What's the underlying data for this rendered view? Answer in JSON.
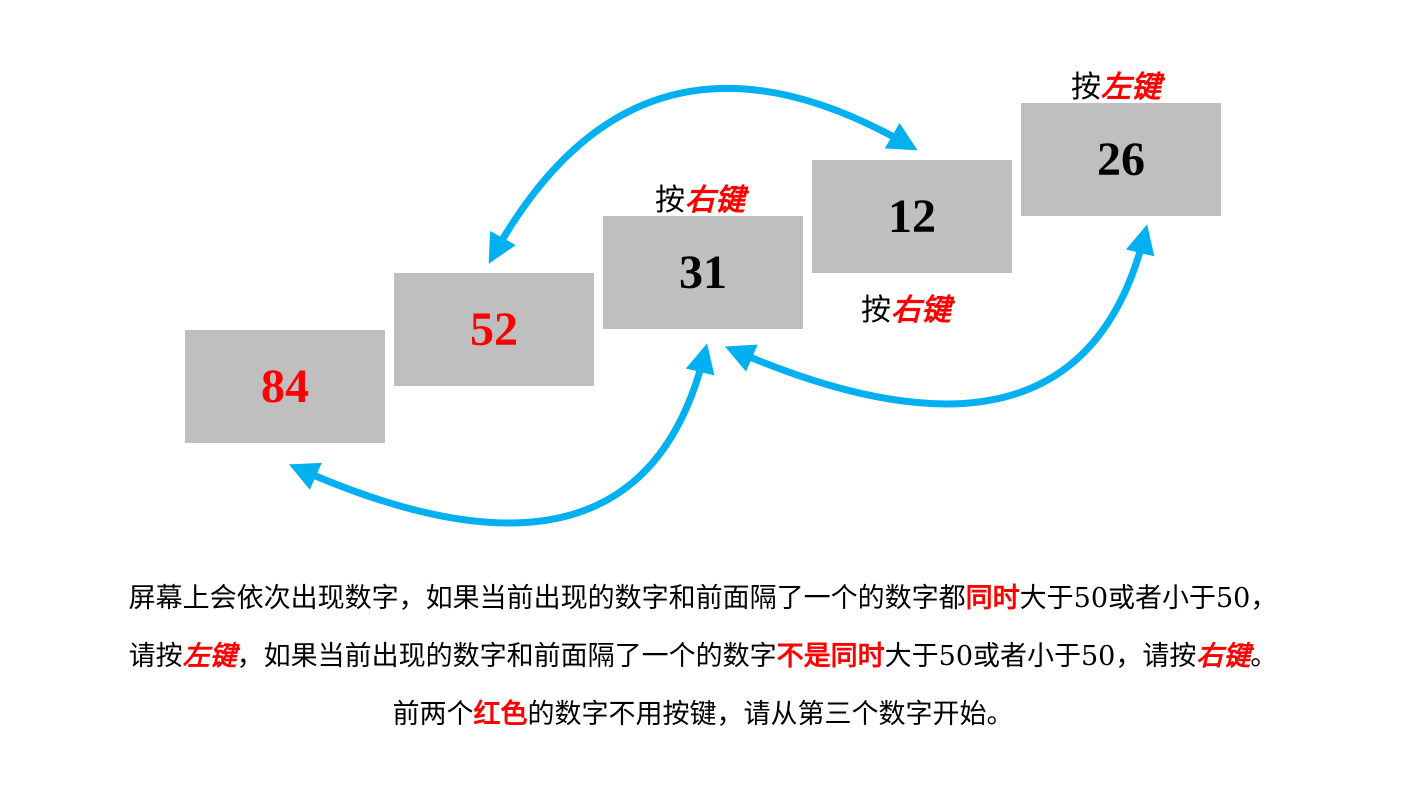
{
  "boxes": [
    {
      "value": "84",
      "color": "#ff0000"
    },
    {
      "value": "52",
      "color": "#ff0000"
    },
    {
      "value": "31",
      "color": "#000000"
    },
    {
      "value": "12",
      "color": "#000000"
    },
    {
      "value": "26",
      "color": "#000000"
    }
  ],
  "key_labels": {
    "box3": {
      "prefix": "按",
      "key": "右键"
    },
    "box4": {
      "prefix": "按",
      "key": "右键"
    },
    "box5": {
      "prefix": "按",
      "key": "左键"
    }
  },
  "instructions": {
    "line1": {
      "a": "屏幕上会依次出现数字，如果当前出现的数字和前面隔了一个的数字都",
      "b": "同时",
      "c": "大于50或者小于50，"
    },
    "line2": {
      "a": "请按",
      "b": "左键",
      "c": "，如果当前出现的数字和前面隔了一个的数字",
      "d": "不是同时",
      "e": "大于50或者小于50，请按",
      "f": "右键",
      "g": "。"
    },
    "line3": {
      "a": "前两个",
      "b": "红色",
      "c": "的数字不用按键，请从第三个数字开始。"
    }
  },
  "colors": {
    "arrow": "#00b0f0",
    "highlight": "#ff0000",
    "box": "#bfbfbf"
  }
}
